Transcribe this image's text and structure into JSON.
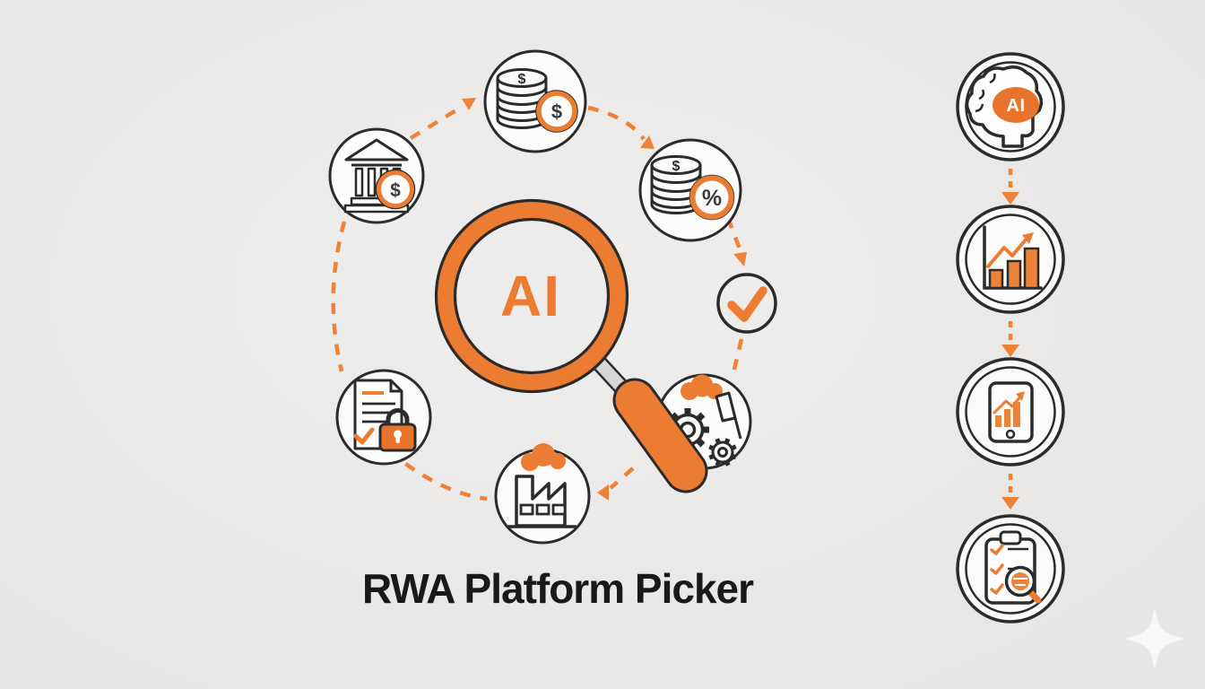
{
  "title": "RWA Platform Picker",
  "palette": {
    "background": "#E9E8E7",
    "accent_orange": "#ED7C33",
    "dash_orange": "#EF8139",
    "outline_dark": "#2B2B2B",
    "circle_fill": "#FCFCFB"
  },
  "magnifier": {
    "label": "AI"
  },
  "ring_icons": [
    {
      "name": "bank-building-icon",
      "badge_symbol": "$"
    },
    {
      "name": "coin-stack-dollar-icon",
      "coin_symbol": "$",
      "badge_symbol": "$"
    },
    {
      "name": "coin-stack-percent-icon",
      "coin_symbol": "$",
      "badge_symbol": "%"
    },
    {
      "name": "check-circle-icon"
    },
    {
      "name": "industrial-gears-icon"
    },
    {
      "name": "factory-icon"
    },
    {
      "name": "secure-document-icon"
    }
  ],
  "right_flow": [
    {
      "name": "ai-brain-icon",
      "label": "AI"
    },
    {
      "name": "growth-bar-chart-icon"
    },
    {
      "name": "mobile-analytics-icon"
    },
    {
      "name": "checklist-review-icon"
    }
  ],
  "decorations": [
    {
      "name": "sparkle-icon"
    }
  ]
}
